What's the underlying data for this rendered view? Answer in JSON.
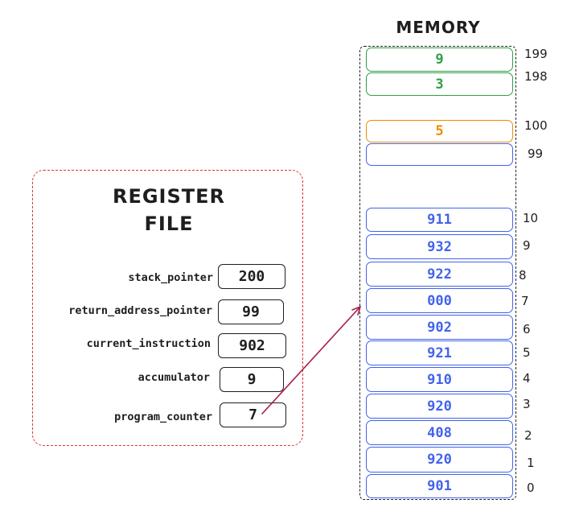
{
  "colors": {
    "ink": "#1e1e1e",
    "register_border": "#e03131",
    "green": "#2f9e44",
    "orange": "#f08c00",
    "blue": "#4263eb",
    "arrow": "#a61e4d"
  },
  "memory": {
    "title": "MEMORY",
    "cells": [
      {
        "address": "199",
        "value": "9",
        "color": "green"
      },
      {
        "address": "198",
        "value": "3",
        "color": "green"
      },
      {
        "address": "100",
        "value": "5",
        "color": "orange"
      },
      {
        "address": "99",
        "value": "",
        "color": "blue"
      },
      {
        "address": "10",
        "value": "911",
        "color": "blue"
      },
      {
        "address": "9",
        "value": "932",
        "color": "blue"
      },
      {
        "address": "8",
        "value": "922",
        "color": "blue"
      },
      {
        "address": "7",
        "value": "000",
        "color": "blue"
      },
      {
        "address": "6",
        "value": "902",
        "color": "blue"
      },
      {
        "address": "5",
        "value": "921",
        "color": "blue"
      },
      {
        "address": "4",
        "value": "910",
        "color": "blue"
      },
      {
        "address": "3",
        "value": "920",
        "color": "blue"
      },
      {
        "address": "2",
        "value": "408",
        "color": "blue"
      },
      {
        "address": "1",
        "value": "920",
        "color": "blue"
      },
      {
        "address": "0",
        "value": "901",
        "color": "blue"
      }
    ]
  },
  "register_file": {
    "title_line1": "REGISTER",
    "title_line2": "FILE",
    "registers": [
      {
        "name": "stack_pointer",
        "value": "200"
      },
      {
        "name": "return_address_pointer",
        "value": "99"
      },
      {
        "name": "current_instruction",
        "value": "902"
      },
      {
        "name": "accumulator",
        "value": "9"
      },
      {
        "name": "program_counter",
        "value": "7"
      }
    ]
  }
}
